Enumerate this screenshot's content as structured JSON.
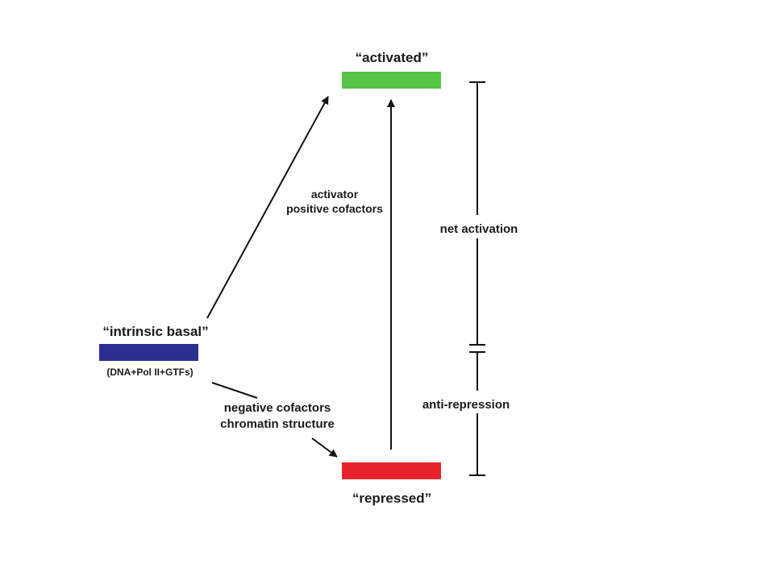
{
  "states": {
    "activated": {
      "label": "“activated”",
      "color": "#55c447"
    },
    "basal": {
      "label": "“intrinsic basal”",
      "sublabel": "(DNA+Pol II+GTFs)",
      "color": "#2b2f8f"
    },
    "repressed": {
      "label": "“repressed”",
      "color": "#e8232c"
    }
  },
  "edges": {
    "basal_to_activated": {
      "line1": "activator",
      "line2": "positive cofactors"
    },
    "basal_to_repressed": {
      "line1": "negative cofactors",
      "line2": "chromatin structure"
    }
  },
  "brackets": {
    "net_activation": "net activation",
    "anti_repression": "anti-repression"
  }
}
